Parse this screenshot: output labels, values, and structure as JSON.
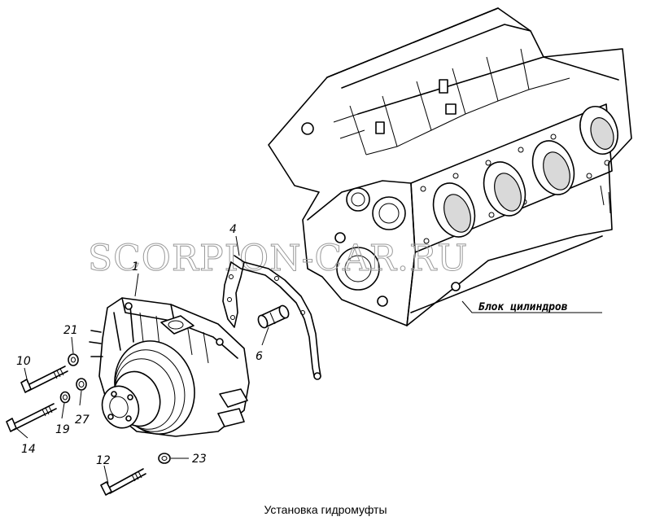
{
  "caption": "Установка гидромуфты",
  "block_label": "Блок цилиндров",
  "watermark": "SCORPION-CAR.RU",
  "callouts": {
    "c1": "1",
    "c4": "4",
    "c6": "6",
    "c10": "10",
    "c12": "12",
    "c14": "14",
    "c19": "19",
    "c21": "21",
    "c23": "23",
    "c27": "27"
  }
}
